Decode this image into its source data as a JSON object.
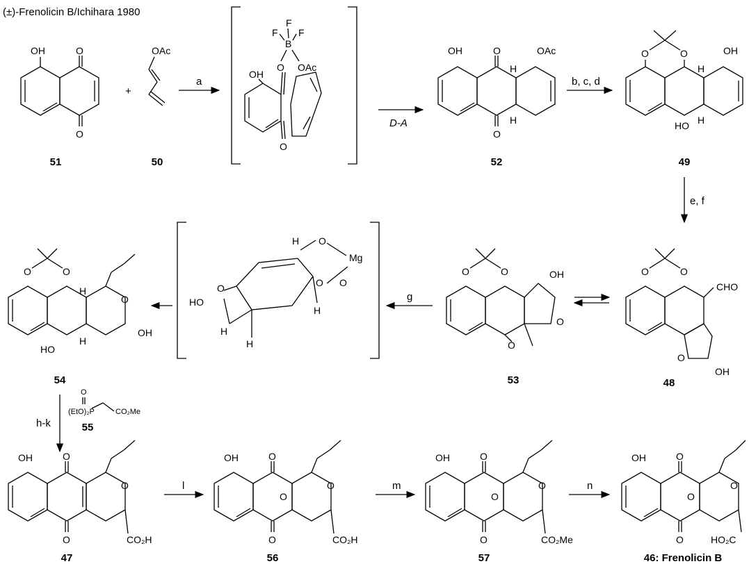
{
  "title": "(±)-Frenolicin B/Ichihara 1980",
  "compounds": {
    "c51": "51",
    "c50": "50",
    "c52": "52",
    "c49": "49",
    "c54": "54",
    "c53": "53",
    "c48": "48",
    "c55": "55",
    "c47": "47",
    "c56": "56",
    "c57": "57",
    "c46": "46: Frenolicin B"
  },
  "conditions": {
    "a": "a",
    "da": "D-A",
    "bcd": "b, c, d",
    "ef": "e, f",
    "g": "g",
    "hk": "h-k",
    "l": "l",
    "m": "m",
    "n": "n"
  },
  "reagent_text": {
    "plus": "+",
    "p_reagent": "(EtO)₂P",
    "p_oxygen": "O",
    "p_ester": "CO₂Me"
  },
  "atom_labels": {
    "OH": "OH",
    "O": "O",
    "OAc": "OAc",
    "H": "H",
    "F": "F",
    "B": "B",
    "Mg": "Mg",
    "HO": "HO",
    "CHO": "CHO",
    "CO2H": "CO₂H",
    "CO2Me": "CO₂Me",
    "HO2C": "HO₂C"
  }
}
